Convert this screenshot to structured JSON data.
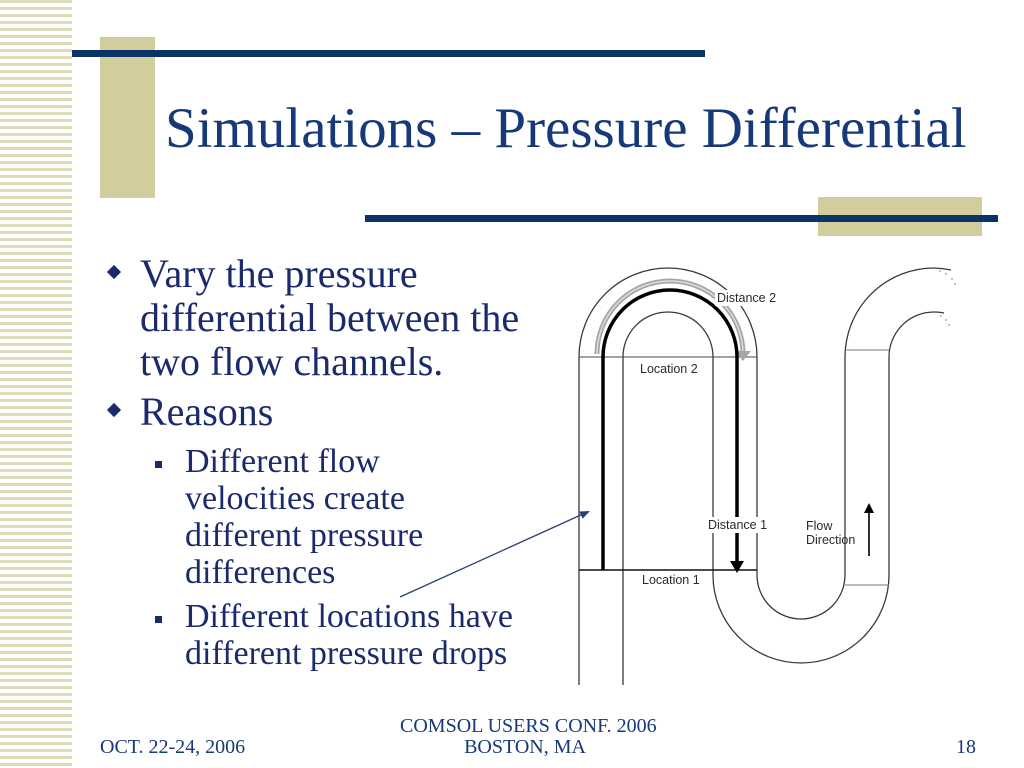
{
  "slide": {
    "title": "Simulations – Pressure Differential",
    "bullets": [
      {
        "lines": [
          "Vary the pressure",
          "differential between the",
          "two flow channels."
        ]
      },
      {
        "lines": [
          "Reasons"
        ],
        "sub_bullets": [
          {
            "lines": [
              "Different flow",
              "velocities create",
              "different pressure",
              "differences"
            ]
          },
          {
            "lines": [
              "Different locations have",
              "different pressure drops"
            ]
          }
        ]
      }
    ]
  },
  "diagram": {
    "labels": {
      "distance_2": "Distance 2",
      "location_2": "Location 2",
      "distance_1": "Distance 1",
      "location_1": "Location 1",
      "flow": "Flow",
      "direction": "Direction"
    }
  },
  "footer": {
    "date": "OCT. 22-24, 2006",
    "conference": "COMSOL USERS CONF. 2006",
    "city": "BOSTON, MA",
    "page_number": "18"
  },
  "icons": {
    "bullet": "diamond-bullet-icon",
    "sub_bullet": "square-bullet-icon"
  },
  "colors": {
    "navy_rule": "#0b3366",
    "khaki_block": "#d1cd9c",
    "stripe": "#dedbb7",
    "title_text": "#17397a",
    "body_text": "#1b2a6b"
  }
}
